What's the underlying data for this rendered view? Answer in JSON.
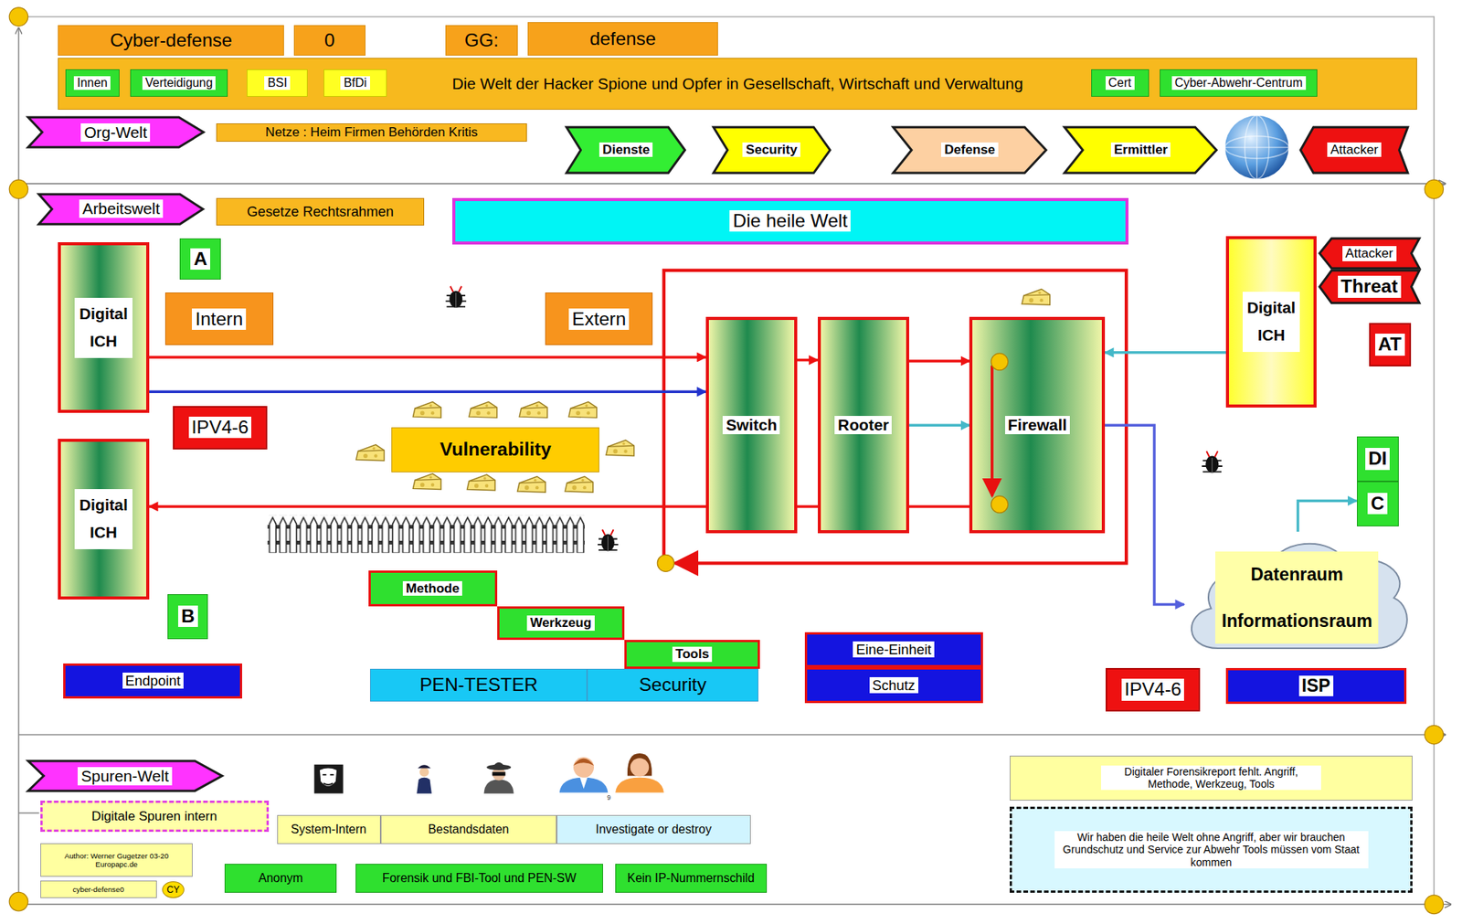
{
  "diagram": {
    "nodes": [
      {
        "text": [
          "Cyber-defense"
        ]
      },
      {
        "text": [
          "0"
        ]
      },
      {
        "text": [
          "GG:"
        ]
      },
      {
        "text": [
          "defense"
        ]
      },
      {
        "text": [
          "Die Welt der Hacker Spione und Opfer in Gesellschaft, Wirtschaft und Verwaltung"
        ]
      },
      {
        "text": [
          "Innen"
        ],
        "in": 4
      },
      {
        "text": [
          "Verteidigung"
        ],
        "in": 4
      },
      {
        "text": [
          "BSI"
        ],
        "in": 4
      },
      {
        "text": [
          "BfDi"
        ],
        "in": 4
      },
      {
        "text": [
          "Cert"
        ],
        "in": 4
      },
      {
        "text": [
          "Cyber-Abwehr-Centrum"
        ],
        "in": 4
      },
      {
        "text": [
          "Org-Welt"
        ]
      },
      {
        "text": [
          "Netze : Heim Firmen Behörden Kritis"
        ]
      },
      {
        "text": [
          "Dienste"
        ]
      },
      {
        "text": [
          "Security"
        ]
      },
      {
        "text": [
          "Defense"
        ]
      },
      {
        "text": [
          "Ermittler"
        ]
      },
      {
        "text": [
          "Attacker"
        ]
      },
      {
        "text": [
          "Arbeitswelt"
        ]
      },
      {
        "text": [
          "Gesetze Rechtsrahmen"
        ]
      },
      {
        "text": [
          "Die heile Welt"
        ]
      },
      {
        "text": [
          "A"
        ]
      },
      {
        "text": [
          "Digital ICH"
        ]
      },
      {
        "text": [
          "Intern"
        ]
      },
      {
        "text": [
          "Extern"
        ]
      },
      {
        "text": [
          "Switch"
        ]
      },
      {
        "text": [
          "Rooter"
        ]
      },
      {
        "text": [
          "Firewall"
        ]
      },
      {
        "text": [
          "Digital ICH"
        ]
      },
      {
        "text": [
          "Attacker"
        ]
      },
      {
        "text": [
          "Threat"
        ]
      },
      {
        "text": [
          "AT"
        ]
      },
      {
        "text": [
          "IPV4-6"
        ]
      },
      {
        "text": [
          "Vulnerability"
        ]
      },
      {
        "text": [
          "Digital ICH"
        ]
      },
      {
        "text": [
          "DI"
        ]
      },
      {
        "text": [
          "C"
        ]
      },
      {
        "text": [
          "Datenraum Informationsraum"
        ]
      },
      {
        "text": [
          "B"
        ]
      },
      {
        "text": [
          "Methode"
        ]
      },
      {
        "text": [
          "Werkzeug"
        ]
      },
      {
        "text": [
          "Tools"
        ]
      },
      {
        "text": [
          "PEN-TESTER"
        ]
      },
      {
        "text": [
          "Security"
        ]
      },
      {
        "text": [
          "Endpoint"
        ]
      },
      {
        "text": [
          "Eine-Einheit"
        ]
      },
      {
        "text": [
          "Schutz"
        ]
      },
      {
        "text": [
          "IPV4-6"
        ]
      },
      {
        "text": [
          "ISP"
        ]
      },
      {
        "text": [
          "Spuren-Welt"
        ]
      },
      {
        "text": [
          "Digitale Spuren intern"
        ]
      },
      {
        "text": [
          "System-Intern"
        ]
      },
      {
        "text": [
          "Bestandsdaten"
        ]
      },
      {
        "text": [
          "Investigate or destroy"
        ]
      },
      {
        "text": [
          "Digitaler Forensikreport fehlt. Angriff, Methode, Werkzeug, Tools"
        ]
      },
      {
        "text": [
          "Author: Werner Gugetzer 03-20 Europapc.de"
        ]
      },
      {
        "text": [
          "cyber-defense0"
        ]
      },
      {
        "text": [
          "CY"
        ]
      },
      {
        "text": [
          "Anonym"
        ]
      },
      {
        "text": [
          "Forensik und FBI-Tool und PEN-SW"
        ]
      },
      {
        "text": [
          "Kein IP-Nummernschild"
        ]
      },
      {
        "text": [
          "Wir haben die heile Welt ohne Angriff, aber wir brauchen Grundschutz und Service zur Abwehr Tools müssen vom Staat kommen"
        ]
      }
    ],
    "edges": [
      {
        "from": 22,
        "to": 25,
        "arrow": "to"
      },
      {
        "from": 22,
        "to": 25,
        "arrow": "to"
      },
      {
        "from": 25,
        "to": 26,
        "arrow": "to"
      },
      {
        "from": 26,
        "to": 27,
        "arrow": "to"
      },
      {
        "from": 26,
        "to": 27,
        "arrow": "to"
      },
      {
        "from": 28,
        "to": 27,
        "arrow": "to"
      },
      {
        "from": 27,
        "to": 34,
        "arrow": "to"
      },
      {
        "from": 27,
        "to": 37,
        "arrow": "to"
      },
      {
        "from": 37,
        "to": 36,
        "arrow": "to"
      }
    ],
    "labels": [
      "9"
    ]
  }
}
